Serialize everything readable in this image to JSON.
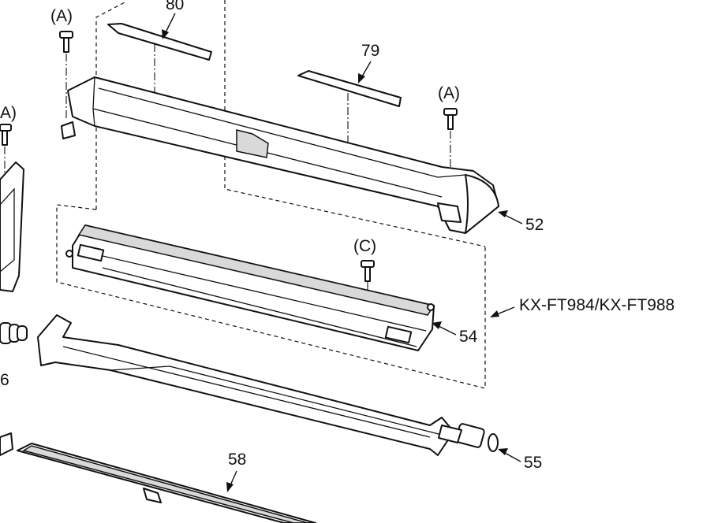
{
  "labels": {
    "screw_a_top_left": "(A)",
    "screw_a_left": "A)",
    "screw_a_right": "(A)",
    "screw_c": "(C)",
    "part_80": "80",
    "part_79": "79",
    "part_52": "52",
    "part_54": "54",
    "part_55": "55",
    "part_58": "58",
    "part_56_partial": "6",
    "model_note": "KX-FT984/KX-FT988"
  }
}
